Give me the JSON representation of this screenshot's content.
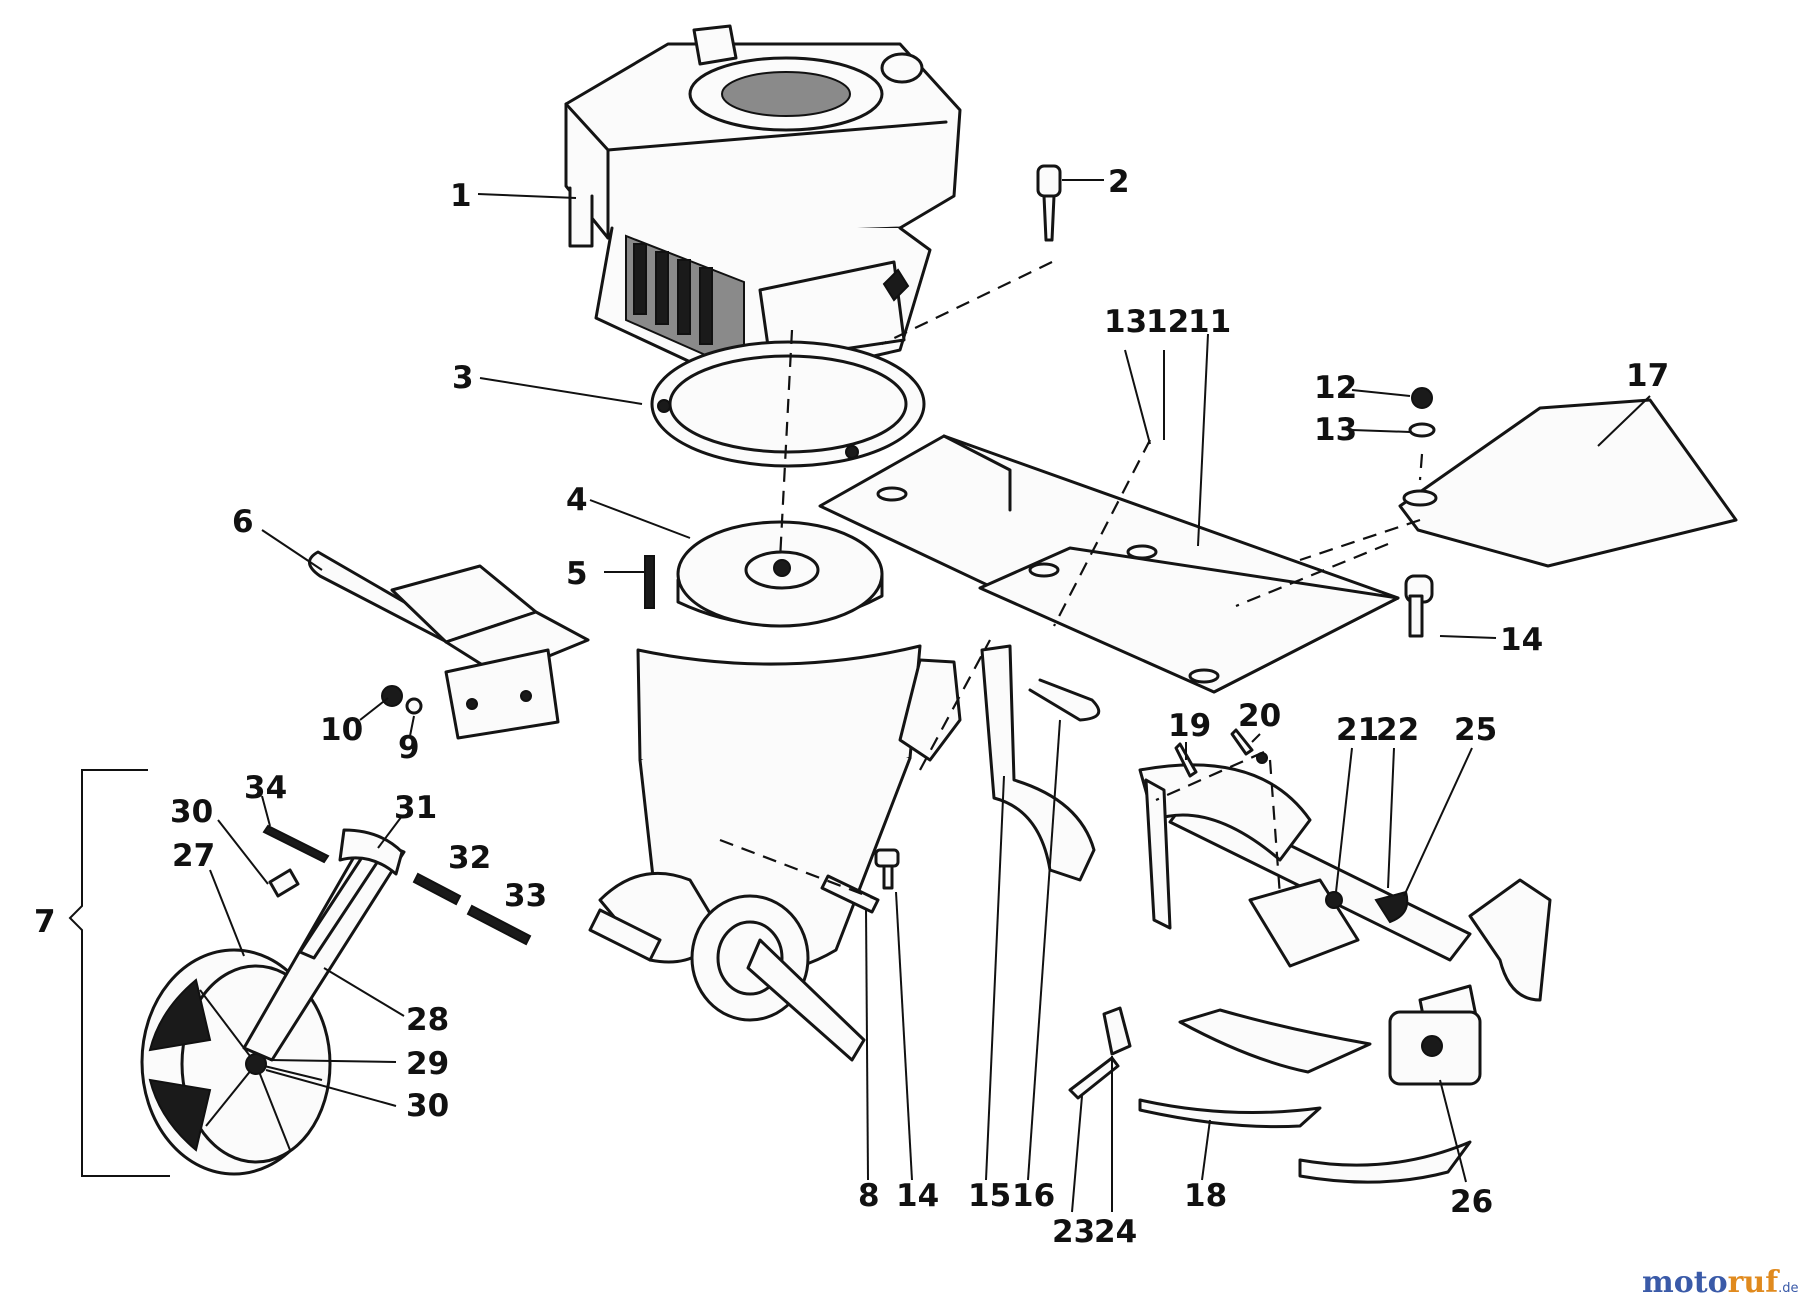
{
  "diagram": {
    "callouts": [
      "1",
      "2",
      "3",
      "4",
      "5",
      "6",
      "7",
      "8",
      "9",
      "10",
      "11",
      "12",
      "13",
      "14",
      "15",
      "16",
      "17",
      "18",
      "19",
      "20",
      "21",
      "22",
      "23",
      "24",
      "25",
      "26",
      "27",
      "28",
      "29",
      "30",
      "31",
      "32",
      "33",
      "34"
    ],
    "duplicate_callouts": [
      "12",
      "13",
      "14",
      "30"
    ]
  },
  "watermark": {
    "part1": "moto",
    "part2": "ruf",
    "suffix": ".de"
  }
}
